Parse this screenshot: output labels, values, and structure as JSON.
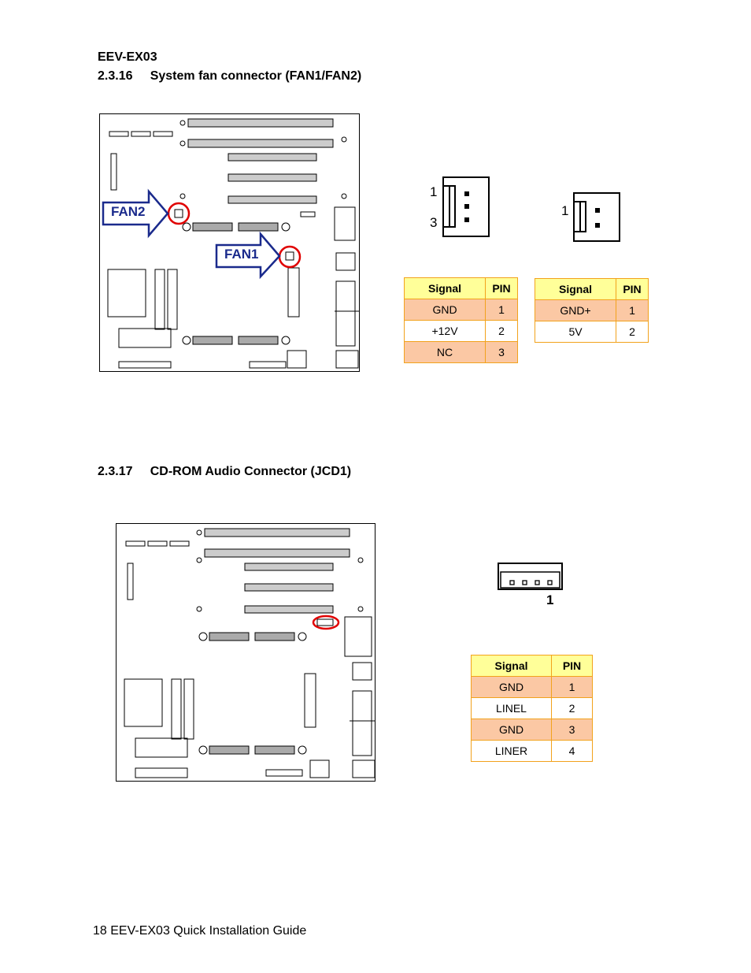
{
  "header": {
    "model": "EEV-EX03"
  },
  "section1": {
    "title": "2.3.16     System fan connector (FAN1/FAN2)",
    "fan2_label": "FAN2",
    "fan1_label": "FAN1",
    "connector3_labels": [
      "1",
      "3"
    ],
    "connector2_label": "1",
    "table_a": {
      "headers": [
        "Signal",
        "PIN"
      ],
      "rows": [
        [
          "GND",
          "1"
        ],
        [
          "+12V",
          "2"
        ],
        [
          "NC",
          "3"
        ]
      ]
    },
    "table_b": {
      "headers": [
        "Signal",
        "PIN"
      ],
      "rows": [
        [
          "GND+",
          "1"
        ],
        [
          "5V",
          "2"
        ]
      ]
    }
  },
  "section2": {
    "title": "2.3.17     CD-ROM Audio Connector (JCD1)",
    "connector_label": "1",
    "table": {
      "headers": [
        "Signal",
        "PIN"
      ],
      "rows": [
        [
          "GND",
          "1"
        ],
        [
          "LINEL",
          "2"
        ],
        [
          "GND",
          "3"
        ],
        [
          "LINER",
          "4"
        ]
      ]
    }
  },
  "footer": {
    "text": "18 EEV-EX03 Quick Installation Guide"
  },
  "colors": {
    "table_border": "#f2a21c",
    "header_fill": "#ffff99",
    "shaded_row": "#fbc8a4",
    "arrow_text": "#1a2a8c",
    "highlight_circle": "#e00000"
  }
}
